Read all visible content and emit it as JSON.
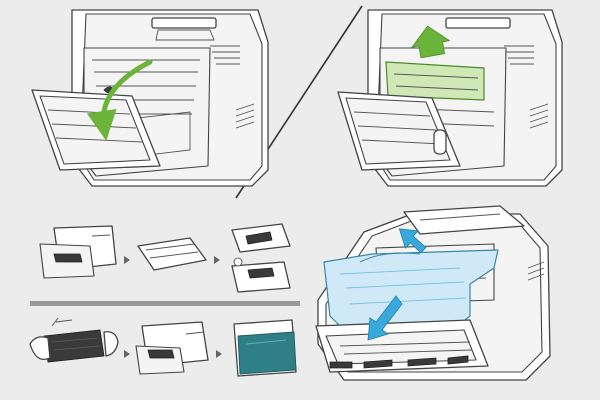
{
  "colors": {
    "background": "#ececec",
    "green_arrow": "#6ab43a",
    "green_cartridge": "#cfe8b5",
    "blue_arrow": "#39a9dc",
    "blue_tray": "#cfeaf6",
    "teal_cover": "#2f7f86",
    "divider_bar": "#9a9a9a"
  },
  "panels": [
    {
      "id": "open-front-door",
      "arrow": "down-curved",
      "arrow_color": "green"
    },
    {
      "id": "lift-toner-cartridge",
      "arrow": "up",
      "arrow_color": "green"
    },
    {
      "id": "small-step-sequence",
      "rows": 2,
      "steps_per_row": 3
    },
    {
      "id": "remove-cartridge-through-cover",
      "arrows": [
        "up-left",
        "down-left"
      ],
      "arrow_color": "blue"
    }
  ],
  "icons": {
    "step_separator": "chevron-right-icon",
    "steps_row1": [
      "printer-open-icon",
      "toner-cartridge-icon",
      "cartridge-install-icon"
    ],
    "steps_row2": [
      "shake-cartridge-icon",
      "printer-insert-icon",
      "printer-closed-icon"
    ]
  }
}
